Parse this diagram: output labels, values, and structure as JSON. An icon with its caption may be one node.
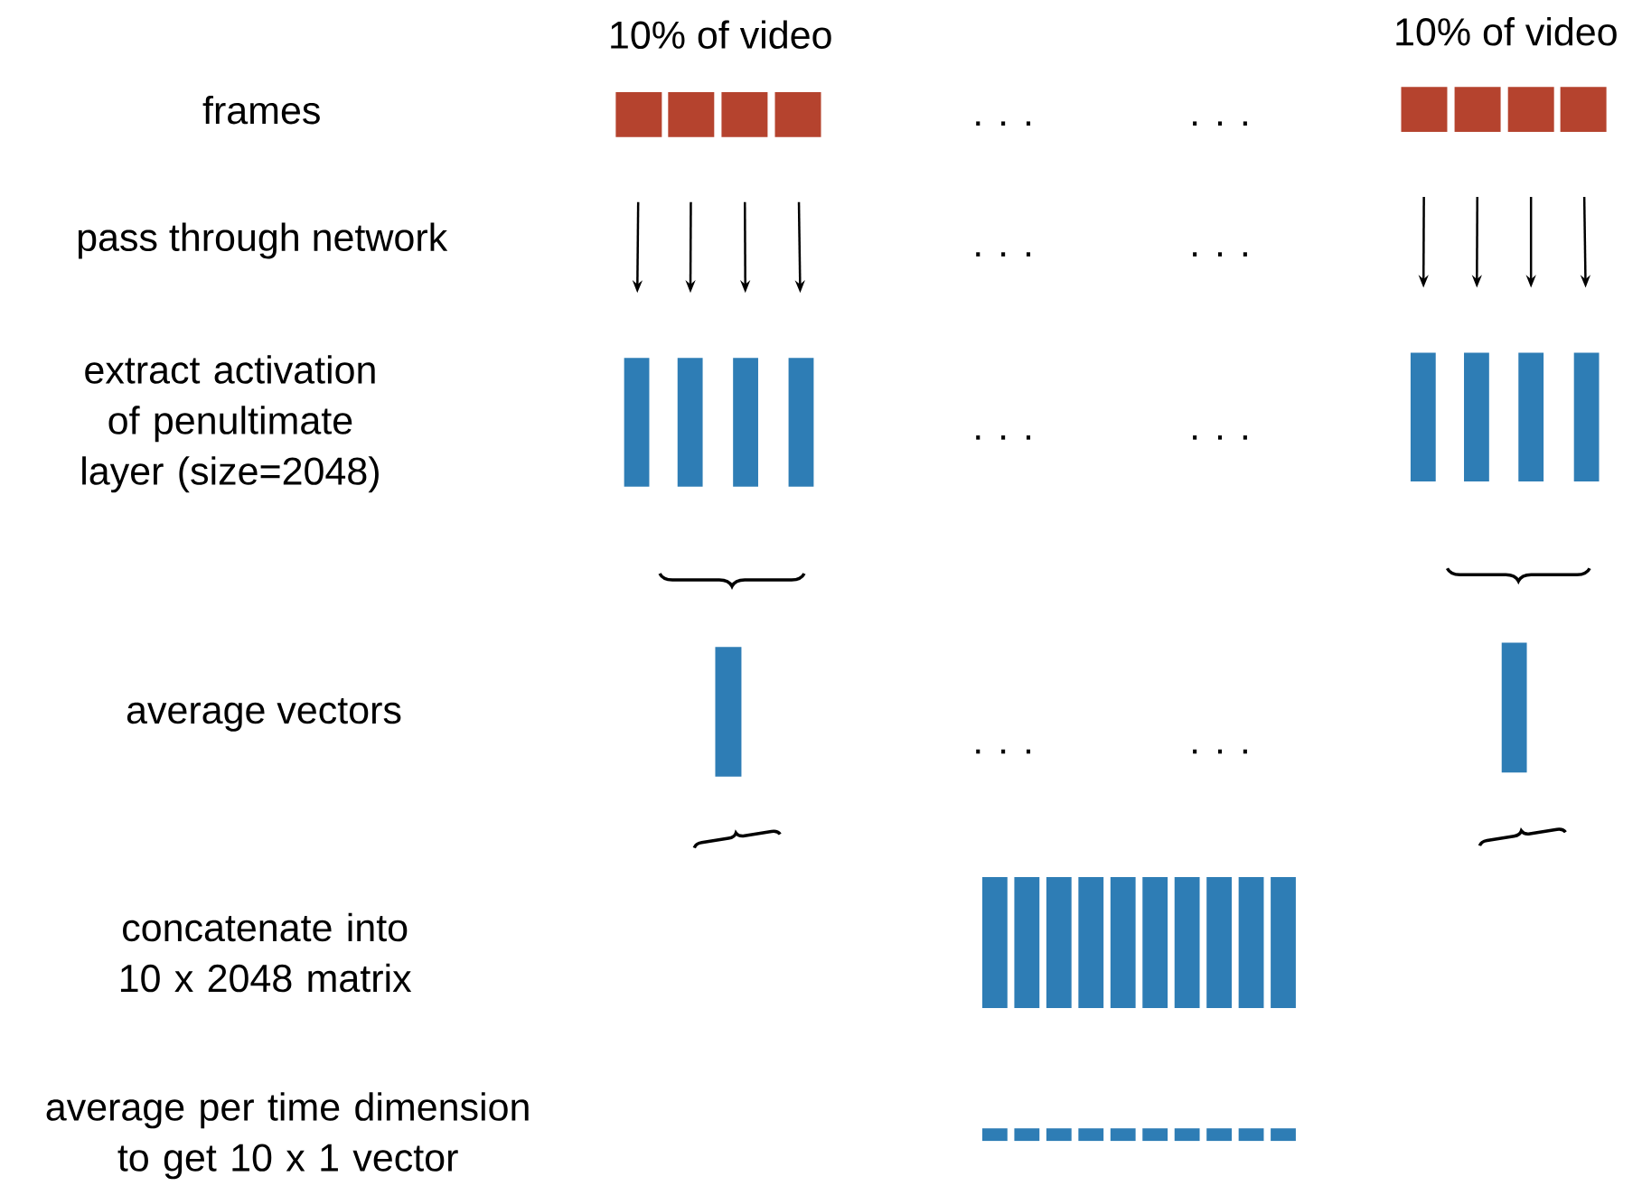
{
  "diagram": {
    "nodes": [
      {
        "text": [],
        "shape": "box"
      },
      {
        "text": [],
        "shape": "box"
      },
      {
        "text": [],
        "shape": "box"
      },
      {
        "text": [],
        "shape": "box"
      },
      {
        "text": [],
        "shape": "box"
      },
      {
        "text": [],
        "shape": "box"
      },
      {
        "text": [],
        "shape": "box"
      },
      {
        "text": [],
        "shape": "box"
      },
      {
        "text": [],
        "shape": "bar"
      },
      {
        "text": [],
        "shape": "bar"
      },
      {
        "text": [],
        "shape": "bar"
      },
      {
        "text": [],
        "shape": "bar"
      },
      {
        "text": [],
        "shape": "bar"
      },
      {
        "text": [],
        "shape": "bar"
      },
      {
        "text": [],
        "shape": "bar"
      },
      {
        "text": [],
        "shape": "bar"
      },
      {
        "text": [],
        "shape": "bar"
      },
      {
        "text": [],
        "shape": "bar"
      },
      {
        "text": [],
        "shape": "bar"
      },
      {
        "text": [],
        "shape": "bar"
      },
      {
        "text": [],
        "shape": "bar"
      },
      {
        "text": [],
        "shape": "bar"
      },
      {
        "text": [],
        "shape": "bar"
      },
      {
        "text": [],
        "shape": "bar"
      },
      {
        "text": [],
        "shape": "bar"
      },
      {
        "text": [],
        "shape": "bar"
      },
      {
        "text": [],
        "shape": "bar"
      },
      {
        "text": [],
        "shape": "bar"
      },
      {
        "text": [],
        "shape": "bar"
      },
      {
        "text": [],
        "shape": "bar"
      },
      {
        "text": [],
        "shape": "bar"
      },
      {
        "text": [],
        "shape": "bar"
      },
      {
        "text": [],
        "shape": "bar"
      },
      {
        "text": [],
        "shape": "bar"
      },
      {
        "text": [],
        "shape": "bar"
      },
      {
        "text": [],
        "shape": "bar"
      },
      {
        "text": [],
        "shape": "bar"
      },
      {
        "text": [],
        "shape": "bar"
      }
    ],
    "edges": [
      {
        "from": 0,
        "to": 8,
        "arrow": "to"
      },
      {
        "from": 1,
        "to": 9,
        "arrow": "to"
      },
      {
        "from": 2,
        "to": 10,
        "arrow": "to"
      },
      {
        "from": 3,
        "to": 11,
        "arrow": "to"
      },
      {
        "from": 4,
        "to": 12,
        "arrow": "to"
      },
      {
        "from": 5,
        "to": 13,
        "arrow": "to"
      },
      {
        "from": 6,
        "to": 14,
        "arrow": "to"
      },
      {
        "from": 7,
        "to": 15,
        "arrow": "to"
      }
    ],
    "labels": [
      "10% of video",
      "10% of video",
      "frames",
      ". . .",
      ". . .",
      "pass through network",
      ". . .",
      ". . .",
      "extract activation of penultimate layer (size=2048)",
      ". . .",
      ". . .",
      "average vectors",
      ". . .",
      ". . .",
      "concatenate into 10 x 2048 matrix",
      "average per time dimension to get 10 x 1 vector"
    ]
  }
}
